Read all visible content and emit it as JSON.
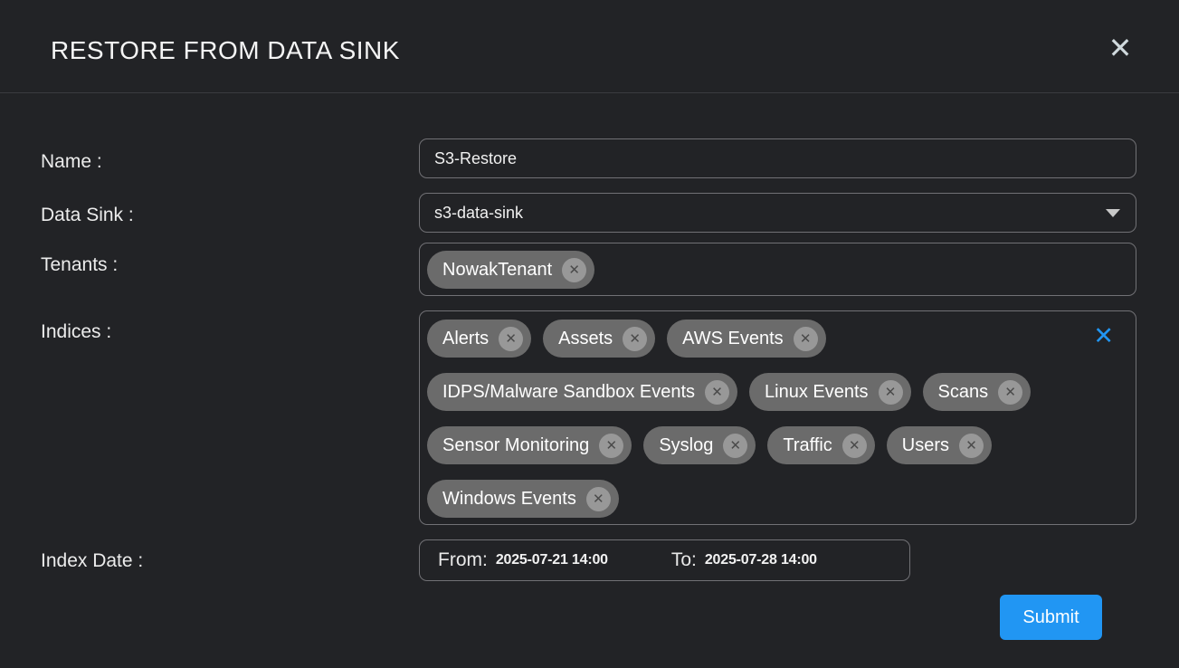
{
  "modal": {
    "title": "RESTORE FROM DATA SINK",
    "close_icon": "✕"
  },
  "fields": {
    "name": {
      "label": "Name :",
      "value": "S3-Restore"
    },
    "data_sink": {
      "label": "Data Sink :",
      "value": "s3-data-sink"
    },
    "tenants": {
      "label": "Tenants :",
      "chips": [
        "NowakTenant"
      ]
    },
    "indices": {
      "label": "Indices :",
      "chips": [
        "Alerts",
        "Assets",
        "AWS Events",
        "IDPS/Malware Sandbox Events",
        "Linux Events",
        "Scans",
        "Sensor Monitoring",
        "Syslog",
        "Traffic",
        "Users",
        "Windows Events"
      ],
      "clear_icon": "✕"
    },
    "index_date": {
      "label": "Index Date :",
      "from_label": "From:",
      "from_value": "2025-07-21 14:00",
      "to_label": "To:",
      "to_value": "2025-07-28 14:00"
    }
  },
  "icons": {
    "chip_remove": "✕",
    "dropdown_caret": "triangle-down"
  },
  "actions": {
    "submit_label": "Submit"
  },
  "colors": {
    "background": "#222326",
    "accent_blue": "#2196f3",
    "chip_background": "#6b6b6b",
    "field_border": "#717175",
    "button_text": "#ffffff"
  }
}
